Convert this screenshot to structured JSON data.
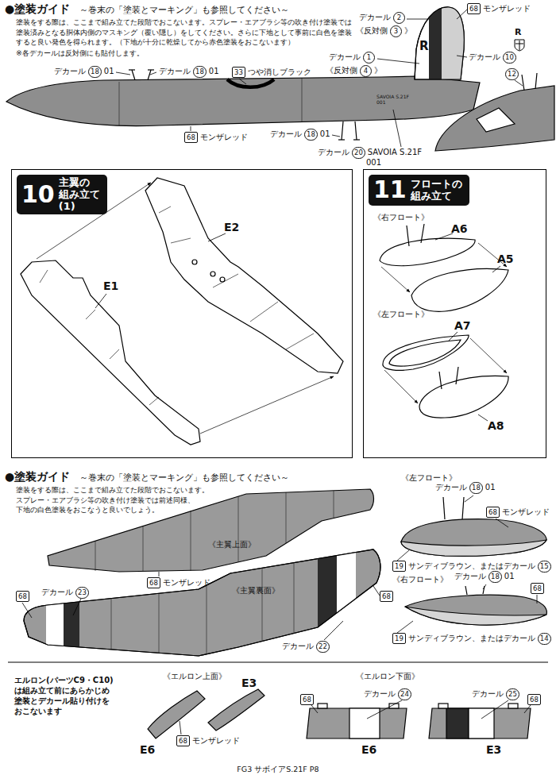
{
  "diagram": {
    "nodes": [
      {
        "text": [
          "10",
          "主翼の 組み立て(1)"
        ]
      },
      {
        "text": [
          "11",
          "フロートの 組み立て"
        ]
      }
    ],
    "labels": [
      "●塗装ガイド",
      "～巻末の「塗装とマーキング」も参照してください～",
      "塗装をする際は、ここまで組み立てた段階でおこないます。スプレー・エアブラシ等の吹き付け塗装では 塗装済みとなる胴体内側のマスキング（覆い隠し）をしてください。さらに下地として事前に白色を塗装 すると良い発色を得られます。（下地が十分に乾燥してから赤色塗装をおこないます）",
      "※各デカールは反対側にも貼付します。",
      "デカール",
      "18",
      "01",
      "デカール",
      "18",
      "01",
      "33",
      "つや消しブラック",
      "デカール",
      "2",
      "《反対側",
      "3",
      "》",
      "68",
      "モンザレッド",
      "R",
      "R",
      "デカール",
      "10",
      "デカール",
      "1",
      "《反対側",
      "4",
      "》",
      "12",
      "SAVOIA S.21F",
      "001",
      "デカール",
      "18",
      "01",
      "68",
      "モンザレッド",
      "デカール",
      "20",
      "SAVOIA S.21F",
      "001",
      "E1",
      "E2",
      "《右フロート》",
      "A6",
      "A5",
      "《左フロート》",
      "A7",
      "A8",
      "●塗装ガイド",
      "～巻末の「塗装とマーキング」も参照してください～",
      "塗装をする際は、ここまで組み立てた段階でおこないます。 スプレー・エアブラシ等の吹き付け塗装では前述同様、 下地の白色塗装をおこなうと良いでしょう。",
      "《主翼上面》",
      "68",
      "モンザレッド",
      "《主翼裏面》",
      "68",
      "デカール",
      "23",
      "68",
      "デカール",
      "22",
      "《左フロート》",
      "デカール",
      "18",
      "01",
      "68",
      "モンザレッド",
      "19",
      "サンディブラウン、またはデカール",
      "15",
      "《右フロート》",
      "デカール",
      "18",
      "01",
      "68",
      "19",
      "サンディブラウン、またはデカール",
      "14",
      "エルロン(パーツC9・C10) は組み立て前にあらかじめ 塗装とデカール貼り付けを おこないます",
      "《エルロン上面》",
      "E3",
      "E6",
      "68",
      "モンザレッド",
      "《エルロン下面》",
      "68",
      "デカール",
      "24",
      "デカール",
      "25",
      "68",
      "E6",
      "E3",
      "FG3 サボイアS.21F P8"
    ]
  }
}
